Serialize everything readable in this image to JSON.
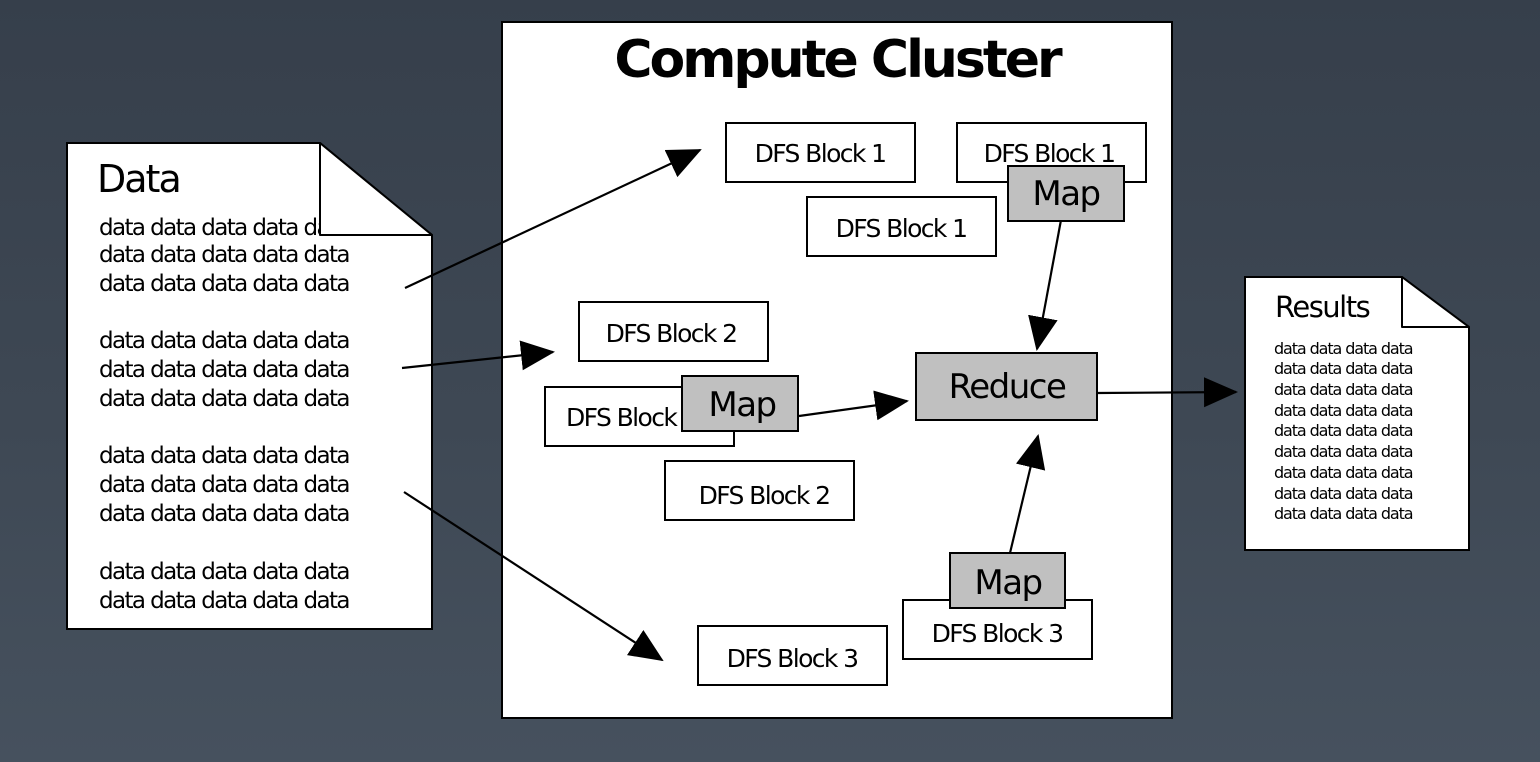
{
  "cluster": {
    "title": "Compute Cluster"
  },
  "data_doc": {
    "title": "Data",
    "lines": [
      "data data data data data",
      "data data data data data",
      "data data data data data",
      "data data data data data",
      "data data data data data",
      "data data data data data",
      "data data data data data",
      "data data data data data",
      "data data data data data",
      "data data data data data",
      "data data data data data"
    ]
  },
  "results_doc": {
    "title": "Results",
    "lines": [
      "data data data data",
      "data data data data",
      "data data data data",
      "data data data data",
      "data data data data",
      "data data data data",
      "data data data data",
      "data data data data",
      "data data data data"
    ]
  },
  "blocks": {
    "b1a": "DFS Block 1",
    "b1b": "DFS Block 1",
    "b1c": "DFS Block 1",
    "b2a": "DFS Block 2",
    "b2b": "DFS Block",
    "b2c": "DFS Block 2",
    "b3a": "DFS Block 3",
    "b3b": "DFS Block 3"
  },
  "map_label": "Map",
  "reduce_label": "Reduce",
  "colors": {
    "background": "#3e4854",
    "panel": "#ffffff",
    "process_fill": "#c0c0c0",
    "stroke": "#000000"
  }
}
